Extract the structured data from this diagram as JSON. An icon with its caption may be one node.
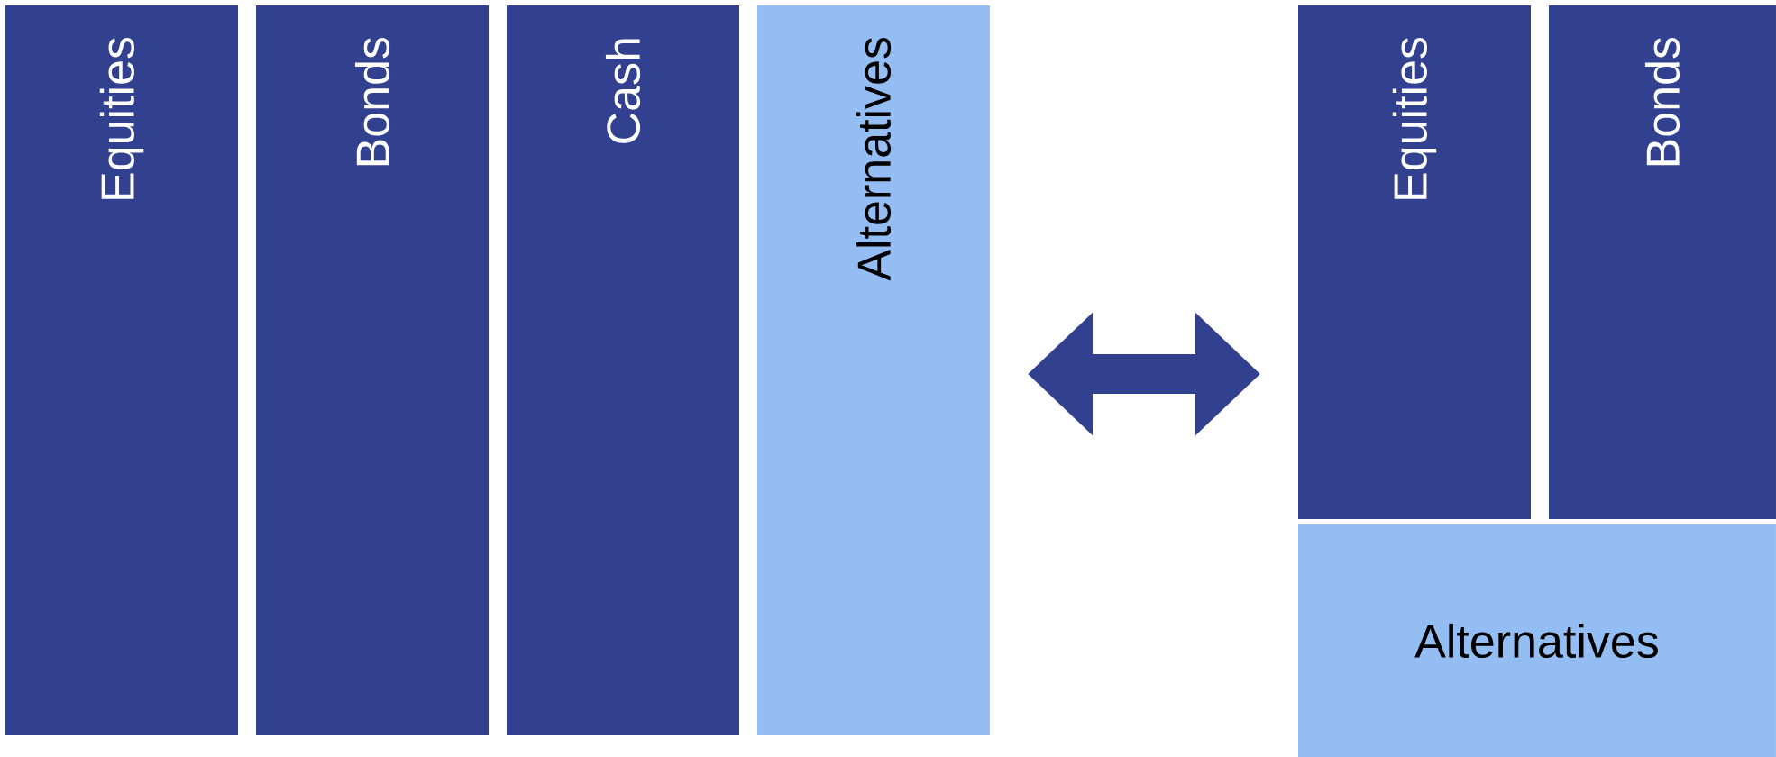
{
  "diagram": {
    "nodes": [
      {
        "text": [
          "Equities"
        ]
      },
      {
        "text": [
          "Bonds"
        ]
      },
      {
        "text": [
          "Cash"
        ]
      },
      {
        "text": [
          "Alternatives"
        ]
      },
      {
        "text": [
          "Equities"
        ]
      },
      {
        "text": [
          "Bonds"
        ]
      },
      {
        "text": [
          "Alternatives"
        ]
      }
    ],
    "edges": [
      {
        "from": 3,
        "to": 4,
        "arrow": "both"
      }
    ]
  }
}
